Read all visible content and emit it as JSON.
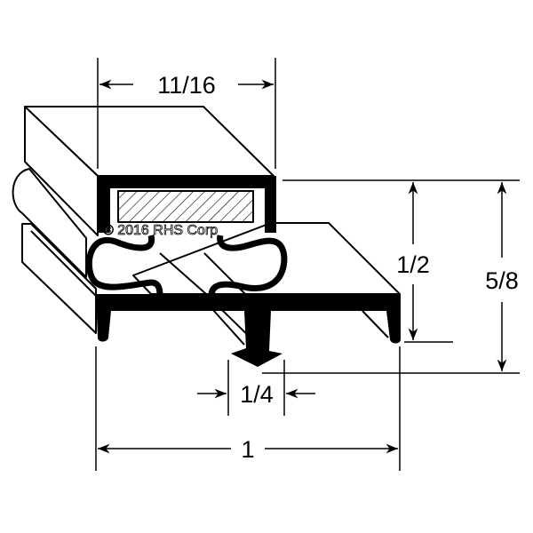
{
  "diagram": {
    "copyright": "© 2016 RHS Corp",
    "dimensions": {
      "magnet_width": "11/16",
      "bulb_height": "1/2",
      "overall_height": "5/8",
      "dart_width": "1/4",
      "overall_width": "1"
    },
    "colors": {
      "line": "#000000",
      "background": "#ffffff"
    }
  }
}
